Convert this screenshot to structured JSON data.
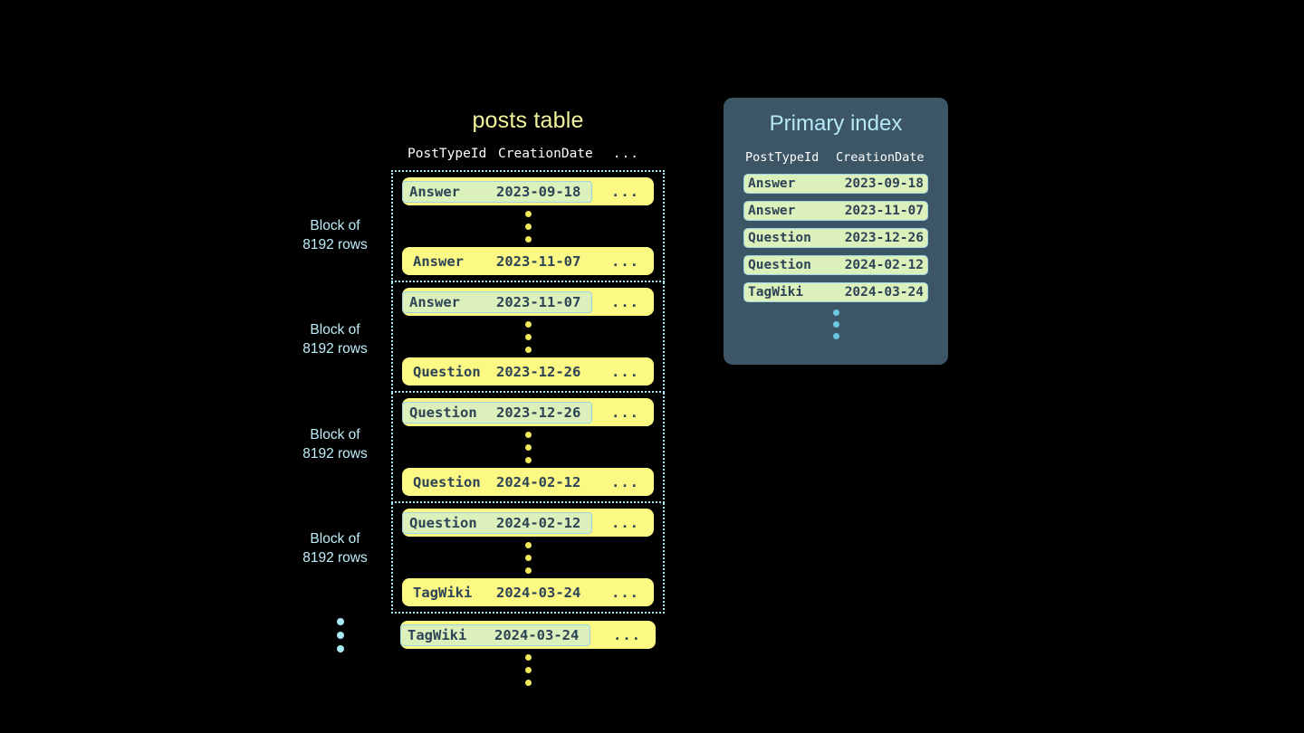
{
  "posts_table": {
    "title": "posts table",
    "columns": {
      "type": "PostTypeId",
      "date": "CreationDate",
      "more": "..."
    },
    "blocks": [
      {
        "label_line1": "Block of",
        "label_line2": "8192 rows",
        "first_row": {
          "type": "Answer",
          "date": "2023-09-18",
          "more": "...",
          "highlighted": true
        },
        "last_row": {
          "type": "Answer",
          "date": "2023-11-07",
          "more": "...",
          "highlighted": false
        }
      },
      {
        "label_line1": "Block of",
        "label_line2": "8192 rows",
        "first_row": {
          "type": "Answer",
          "date": "2023-11-07",
          "more": "...",
          "highlighted": true
        },
        "last_row": {
          "type": "Question",
          "date": "2023-12-26",
          "more": "...",
          "highlighted": false
        }
      },
      {
        "label_line1": "Block of",
        "label_line2": "8192 rows",
        "first_row": {
          "type": "Question",
          "date": "2023-12-26",
          "more": "...",
          "highlighted": true
        },
        "last_row": {
          "type": "Question",
          "date": "2024-02-12",
          "more": "...",
          "highlighted": false
        }
      },
      {
        "label_line1": "Block of",
        "label_line2": "8192 rows",
        "first_row": {
          "type": "Question",
          "date": "2024-02-12",
          "more": "...",
          "highlighted": true
        },
        "last_row": {
          "type": "TagWiki",
          "date": "2024-03-24",
          "more": "...",
          "highlighted": false
        }
      }
    ],
    "tail_row": {
      "type": "TagWiki",
      "date": "2024-03-24",
      "more": "...",
      "highlighted": true
    }
  },
  "primary_index": {
    "title": "Primary index",
    "columns": {
      "type": "PostTypeId",
      "date": "CreationDate"
    },
    "rows": [
      {
        "type": "Answer",
        "date": "2023-09-18"
      },
      {
        "type": "Answer",
        "date": "2023-11-07"
      },
      {
        "type": "Question",
        "date": "2023-12-26"
      },
      {
        "type": "Question",
        "date": "2024-02-12"
      },
      {
        "type": "TagWiki",
        "date": "2024-03-24"
      }
    ]
  },
  "colors": {
    "background": "#000000",
    "row_yellow": "#fbf884",
    "highlight_green": "#dcf0bc",
    "highlight_border": "#9fd4e4",
    "panel_slate": "#3d5665",
    "accent_cyan": "#a9e9f5",
    "title_yellow": "#f2f59b",
    "text_dark": "#2d4356"
  }
}
